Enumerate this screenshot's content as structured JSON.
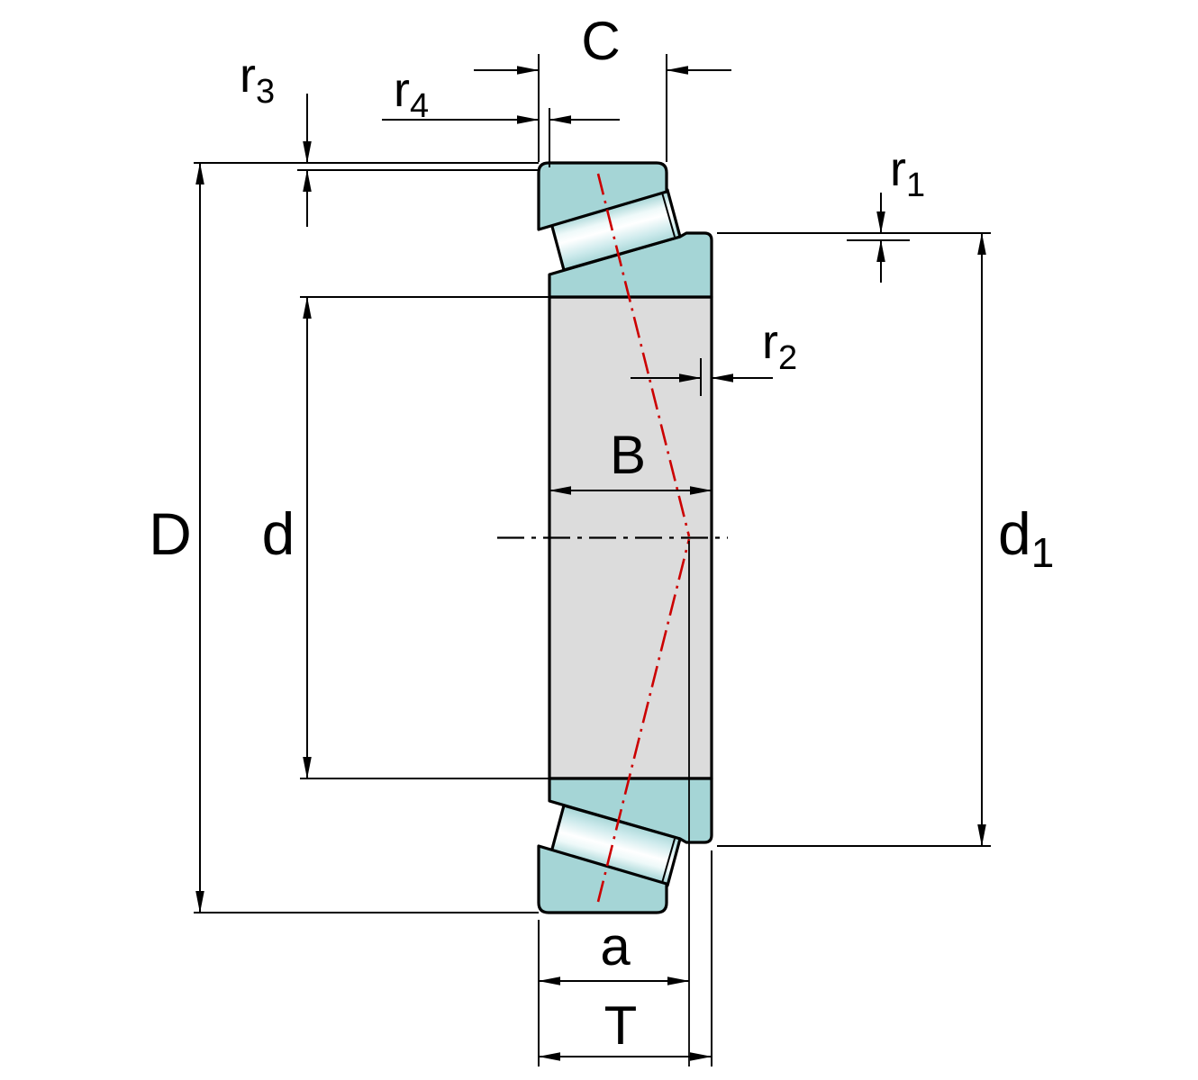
{
  "labels": {
    "D": "D",
    "d": "d",
    "d1_base": "d",
    "d1_sub": "1",
    "r1_base": "r",
    "r1_sub": "1",
    "r2_base": "r",
    "r2_sub": "2",
    "r3_base": "r",
    "r3_sub": "3",
    "r4_base": "r",
    "r4_sub": "4",
    "B": "B",
    "C": "C",
    "T": "T",
    "a": "a"
  },
  "colors": {
    "ring_teal": "#a5d5d6",
    "roller_highlight": "#ffffff",
    "roller_mid_teal": "#cdeaec",
    "section_gray": "#dcdcdc",
    "action_line_red": "#cc0000",
    "line_black": "#000000",
    "background": "#ffffff"
  }
}
